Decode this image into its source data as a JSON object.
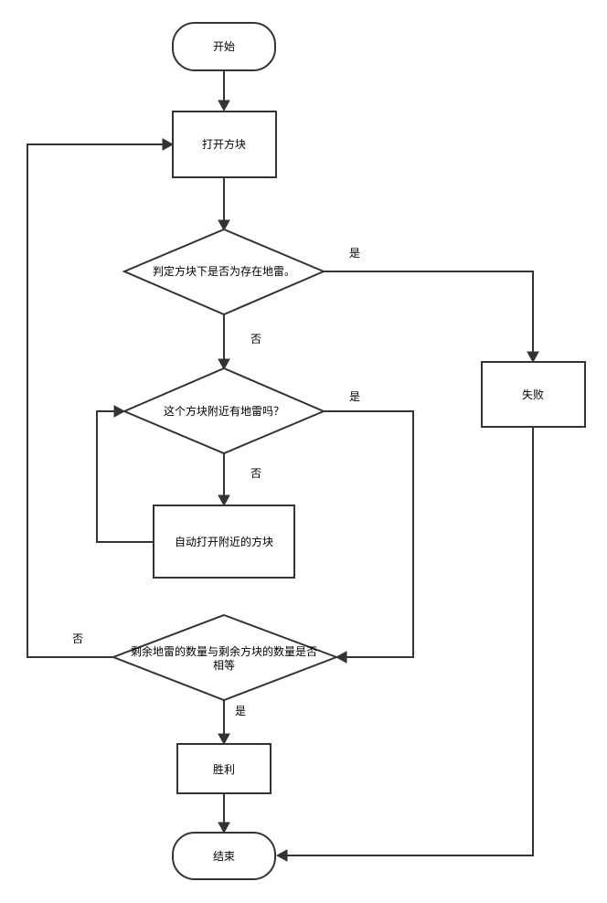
{
  "nodes": {
    "start": "开始",
    "open_block": "打开方块",
    "check_mine": "判定方块下是否为存在地雷。",
    "fail": "失败",
    "check_nearby": "这个方块附近有地雷吗？",
    "auto_open": "自动打开附近的方块",
    "check_equal_line1": "剩余地雷的数量与剩余方块的数量是否",
    "check_equal_line2": "相等",
    "win": "胜利",
    "end": "结束"
  },
  "edges": {
    "mine_yes": "是",
    "mine_no": "否",
    "nearby_yes": "是",
    "nearby_no": "否",
    "equal_no": "否",
    "equal_yes": "是"
  },
  "colors": {
    "stroke": "#333333",
    "fill": "#ffffff",
    "text": "#000000"
  }
}
